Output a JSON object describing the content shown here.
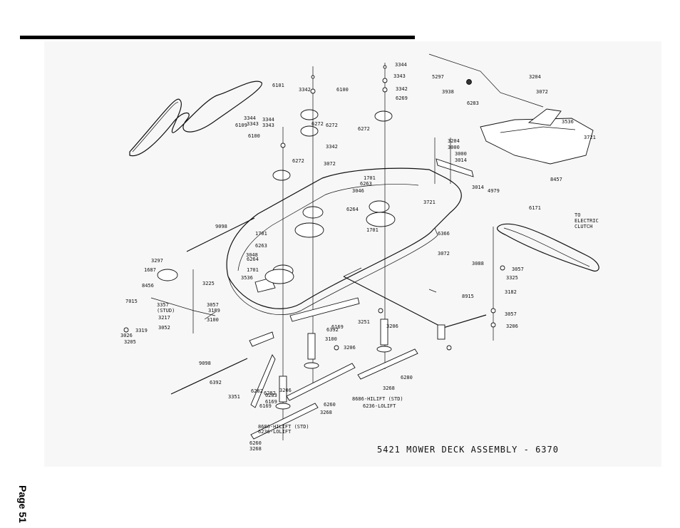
{
  "page": {
    "number_label": "Page 51"
  },
  "diagram": {
    "caption": "5421 MOWER DECK ASSEMBLY - 6370",
    "labels": [
      "6109",
      "6101",
      "3344",
      "3343",
      "3342",
      "6272",
      "3344",
      "3343",
      "6100",
      "6272",
      "6100",
      "3342",
      "6272",
      "3072",
      "1701",
      "6263",
      "3046",
      "3721",
      "6264",
      "1701",
      "6366",
      "9098",
      "1701",
      "6263",
      "3048",
      "6264",
      "1701",
      "3536",
      "3297",
      "1687",
      "8456",
      "3225",
      "3057",
      "7015",
      "3357",
      "(STUD)",
      "3189",
      "3217",
      "3100",
      "3319",
      "3052",
      "3026",
      "3205",
      "3251",
      "6392",
      "3100",
      "3206",
      "3206",
      "6282",
      "6169",
      "9098",
      "6392",
      "3351",
      "6282",
      "6169",
      "3206",
      "6283",
      "6260",
      "6169",
      "3268",
      "6280",
      "3268",
      "8686-HILIFT (STD)",
      "6236-LOLIFT",
      "8686-HILIFT (STD)",
      "6236-LOLIFT",
      "6260",
      "3268",
      "3344",
      "3343",
      "3342",
      "6269",
      "6272",
      "5297",
      "3204",
      "3938",
      "3072",
      "6283",
      "3536",
      "3721",
      "3204",
      "3000",
      "3000",
      "3014",
      "8457",
      "3014",
      "4979",
      "6171",
      "TO",
      "ELECTRIC",
      "CLUTCH",
      "3072",
      "3088",
      "3057",
      "3325",
      "3182",
      "8915",
      "3057",
      "3206"
    ]
  }
}
